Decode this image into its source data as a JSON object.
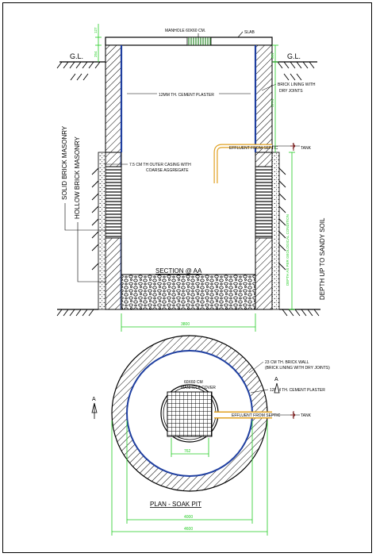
{
  "section": {
    "title": "SECTION @ AA",
    "labels": {
      "manhole_cover": "MANHOLE 60X60 CM.",
      "slab": "SLAB",
      "gl_left": "G.L.",
      "gl_right": "G.L.",
      "cement_plaster": "12MM TH. CEMENT PLASTER",
      "brick_lining_1": "BRICK LINING WITH",
      "brick_lining_2": "DRY JOINTS",
      "effluent": "EFFLUENT FROM SEPTIC",
      "tank": "TANK",
      "outer_casing_1": "7.5 CM TH OUTER CASING WITH",
      "outer_casing_2": "COARSE AGGREGATE",
      "solid_brick": "SOLID BRICK MASONRY",
      "hollow_brick": "HOLLOW BRICK MASONRY",
      "depth_geological": "DEPTH AS PER GEOLOGICAL CONDITION",
      "depth_sandy": "DEPTH UP TO SANDY SOIL"
    },
    "dimensions": {
      "slab_left": "127",
      "top_left": "254",
      "top_right": "381",
      "upper_right": "1774",
      "width": "3800"
    }
  },
  "plan": {
    "title": "PLAN - SOAK PIT",
    "labels": {
      "brick_wall_1": "23 CM TH. BRICK WALL",
      "brick_wall_2": "(BRICK LINING WITH DRY JOINTS)",
      "cement_plaster": "12MM TH. CEMENT PLASTER",
      "manhole_1": "60X60 CM",
      "manhole_2": "MANHOLE COVER",
      "effluent": "EFFLUENT FROM SEPTIC",
      "tank": "TANK",
      "section_mark_left": "A",
      "section_mark_right": "A"
    },
    "dimensions": {
      "cover": "762",
      "inner": "4000",
      "outer": "4600"
    }
  },
  "colors": {
    "line": "#000000",
    "dimension": "#22cc22",
    "plaster": "#1f3fa0",
    "pipe": "#e0a020",
    "arrow_marker": "#7a1f1f"
  }
}
